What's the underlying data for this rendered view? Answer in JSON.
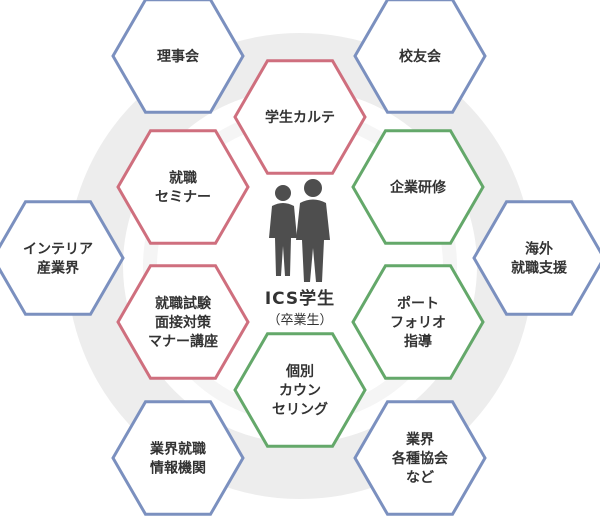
{
  "colors": {
    "inner": "#cf6f7e",
    "company": "#64a86a",
    "outer": "#7b90bf",
    "ring": "#ededed",
    "figure": "#4e4e4e",
    "text": "#333333"
  },
  "center": {
    "icon": "people-icon",
    "title": "ICS学生",
    "subtitle": "（卒業生）"
  },
  "nodes": [
    {
      "id": "karte",
      "group": "inner",
      "lines": [
        "学生カルテ"
      ]
    },
    {
      "id": "seminar",
      "group": "inner",
      "lines": [
        "就職",
        "セミナー"
      ]
    },
    {
      "id": "exam",
      "group": "inner",
      "lines": [
        "就職試験",
        "面接対策",
        "マナー講座"
      ]
    },
    {
      "id": "counseling",
      "group": "company",
      "lines": [
        "個別",
        "カウン",
        "セリング"
      ]
    },
    {
      "id": "training",
      "group": "company",
      "lines": [
        "企業研修"
      ]
    },
    {
      "id": "portfolio",
      "group": "company",
      "lines": [
        "ポート",
        "フォリオ",
        "指導"
      ]
    },
    {
      "id": "rijikai",
      "group": "outer",
      "lines": [
        "理事会"
      ]
    },
    {
      "id": "kouyukai",
      "group": "outer",
      "lines": [
        "校友会"
      ]
    },
    {
      "id": "interior",
      "group": "outer",
      "lines": [
        "インテリア",
        "産業界"
      ]
    },
    {
      "id": "overseas",
      "group": "outer",
      "lines": [
        "海外",
        "就職支援"
      ]
    },
    {
      "id": "info",
      "group": "outer",
      "lines": [
        "業界就職",
        "情報機関"
      ]
    },
    {
      "id": "assoc",
      "group": "outer",
      "lines": [
        "業界",
        "各種協会",
        "など"
      ]
    }
  ]
}
